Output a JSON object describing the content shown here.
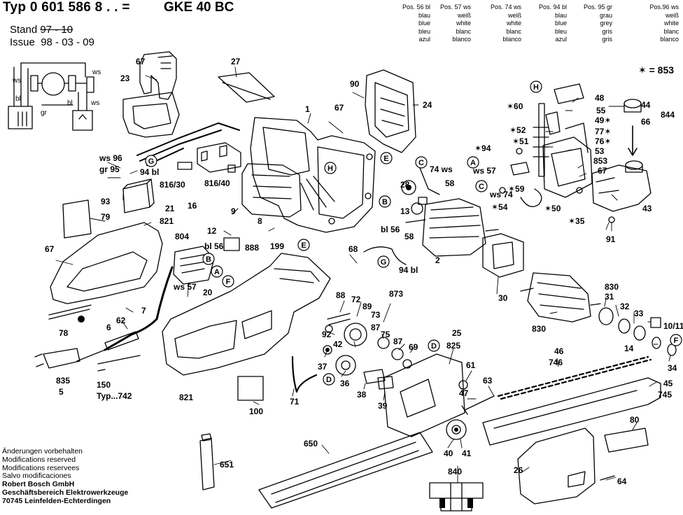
{
  "header": {
    "typ": "Typ 0 601 586 8 . . =",
    "model": "GKE 40 BC",
    "stand_label": "Stand",
    "stand_value": "97 - 10",
    "issue_label": "Issue",
    "issue_value": "98 - 03 - 09"
  },
  "color_table": [
    {
      "pos": "Pos. 56 bl",
      "de": "blau",
      "en": "blue",
      "fr": "bleu",
      "es": "azul"
    },
    {
      "pos": "Pos. 57 ws",
      "de": "weiß",
      "en": "white",
      "fr": "blanc",
      "es": "blanco"
    },
    {
      "pos": "Pos. 74 ws",
      "de": "weiß",
      "en": "white",
      "fr": "blanc",
      "es": "blanco"
    },
    {
      "pos": "Pos. 94 bl",
      "de": "blau",
      "en": "blue",
      "fr": "bleu",
      "es": "azul"
    },
    {
      "pos": "Pos. 95 gr",
      "de": "grau",
      "en": "grey",
      "fr": "gris",
      "es": "gris"
    },
    {
      "pos": "Pos.96 ws",
      "de": "weiß",
      "en": "white",
      "fr": "blanc",
      "es": "blanco"
    }
  ],
  "legend": {
    "text": "✶ = 853"
  },
  "footer": {
    "lines": [
      "Änderungen vorbehalten",
      "Modifications reserved",
      "Modifications reservees",
      "Salvo modificaciones"
    ],
    "company": [
      "Robert Bosch GmbH",
      "Geschäftsbereich Elektrowerkzeuge",
      "70745 Leinfelden-Echterdingen"
    ]
  },
  "part_labels": {
    "p67a": "67",
    "p23": "23",
    "p27": "27",
    "p90": "90",
    "p67b": "67",
    "p24": "24",
    "p1": "1",
    "p48": "48",
    "p60": "✶60",
    "p55": "55",
    "p49": "49✶",
    "p44": "44",
    "p844": "844",
    "p66": "66",
    "p52": "✶52",
    "p77": "77✶",
    "p76": "76✶",
    "p94s": "✶94",
    "p51": "✶51",
    "p53": "53",
    "p853": "853",
    "p57a": "ws 57",
    "p67c": "67",
    "p74a": "74 ws",
    "p58a": "58",
    "p28": "28",
    "p13": "13",
    "p74b": "ws 74",
    "p59": "✶59",
    "p54": "✶54",
    "p50": "✶50",
    "p35": "✶35",
    "p43": "43",
    "p91": "91",
    "p96": "ws 96",
    "p95": "gr 95",
    "p94a": "94 bl",
    "p816a": "816/30",
    "p816b": "816/40",
    "p16": "16",
    "p93": "93",
    "p21": "21",
    "p821a": "821",
    "p79": "79",
    "p9": "9",
    "p8": "8",
    "p804": "804",
    "p12": "12",
    "p888": "888",
    "p199": "199",
    "p56a": "bl 56",
    "p56b": "bl 56",
    "p58b": "58",
    "p2": "2",
    "p67d": "67",
    "p68": "68",
    "p94b": "94 bl",
    "p57b": "ws 57",
    "p20": "20",
    "p30": "30",
    "p830a": "830",
    "p31": "31",
    "p830b": "830",
    "p32": "32",
    "p33": "33",
    "p1011": "10/11",
    "p14": "14",
    "p34": "34",
    "p78": "78",
    "p7": "7",
    "p62": "62",
    "p6": "6",
    "p88": "88",
    "p72": "72",
    "p873": "873",
    "p89": "89",
    "p73": "73",
    "p92": "92",
    "p87a": "87",
    "p75": "75",
    "p87b": "87",
    "p69": "69",
    "p42": "42",
    "p37": "37",
    "p36": "36",
    "p38": "38",
    "p39": "39",
    "p25": "25",
    "p825": "825",
    "p61": "61",
    "p46": "46",
    "p746": "746",
    "p45": "45",
    "p745": "745",
    "p47": "47",
    "p63": "63",
    "p835": "835",
    "p5": "5",
    "p150": "150",
    "p742": "Typ...742",
    "p821b": "821",
    "p100": "100",
    "p71": "71",
    "p650": "650",
    "p651": "651",
    "p40": "40",
    "p41": "41",
    "p840": "840",
    "p80": "80",
    "p26": "26",
    "p64": "64"
  },
  "connector_letters": {
    "H1": "H",
    "G1": "G",
    "H2": "H",
    "E1": "E",
    "C1": "C",
    "B1": "B",
    "A1": "A",
    "C2": "C",
    "A2": "A",
    "B2": "B",
    "F1": "F",
    "E2": "E",
    "G2": "G",
    "D1": "D",
    "D2": "D",
    "F2": "F"
  },
  "wiring_labels": {
    "ws1": "ws",
    "ws2": "ws",
    "ws3": "ws",
    "bl1": "bl",
    "bl2": "bl",
    "gr1": "gr"
  },
  "colors": {
    "ink": "#000000",
    "paper": "#ffffff",
    "shade": "#cfcfcf"
  }
}
